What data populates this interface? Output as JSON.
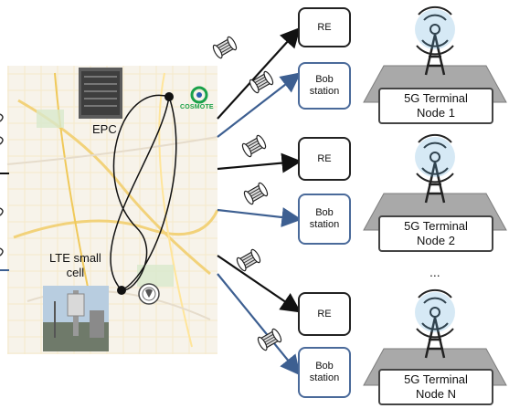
{
  "map": {
    "epc_label": "EPC",
    "lte_label": "LTE small\ncell",
    "logo_text": "COSMOTE"
  },
  "nodes": [
    {
      "re_label": "RE",
      "bob_label": "Bob\nstation",
      "terminal_label": "5G Terminal\nNode 1"
    },
    {
      "re_label": "RE",
      "bob_label": "Bob\nstation",
      "terminal_label": "5G Terminal\nNode 2"
    },
    {
      "re_label": "RE",
      "bob_label": "Bob\nstation",
      "terminal_label": "5G Terminal\nNode N"
    }
  ],
  "ellipsis": "...",
  "colors": {
    "black_link": "#111111",
    "blue_link": "#3d5f91",
    "bob_border": "#4a6a9a",
    "cosmote": "#1aa14a"
  }
}
